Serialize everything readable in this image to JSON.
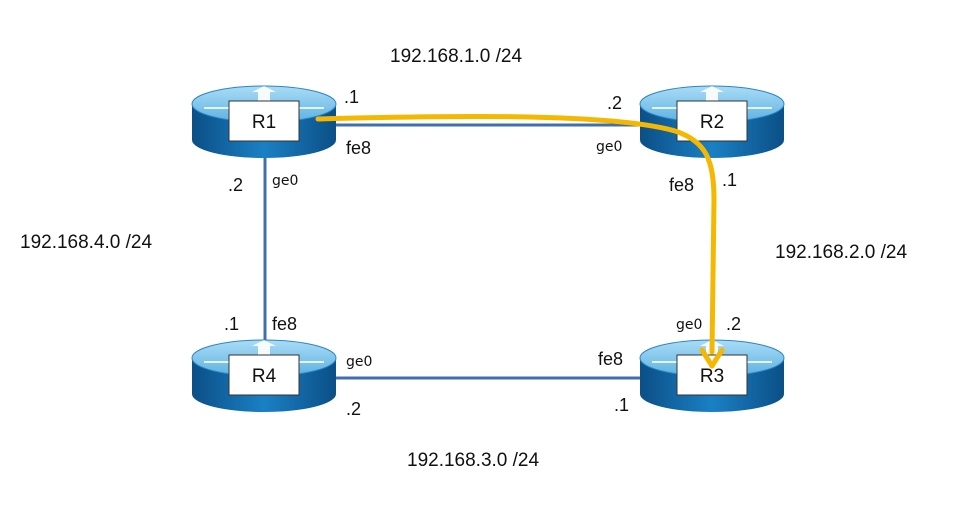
{
  "routers": [
    {
      "id": "r1",
      "name": "R1"
    },
    {
      "id": "r2",
      "name": "R2"
    },
    {
      "id": "r3",
      "name": "R3"
    },
    {
      "id": "r4",
      "name": "R4"
    }
  ],
  "networks": {
    "r1_r2": "192.168.1.0 /24",
    "r2_r3": "192.168.2.0 /24",
    "r3_r4": "192.168.3.0 /24",
    "r4_r1": "192.168.4.0 /24"
  },
  "interfaces": {
    "r1_fe8": "fe8",
    "r1_fe8_addr": ".1",
    "r1_ge0": "ge0",
    "r1_ge0_addr": ".2",
    "r2_ge0": "ge0",
    "r2_ge0_addr": ".2",
    "r2_fe8": "fe8",
    "r2_fe8_addr": ".1",
    "r3_ge0": "ge0",
    "r3_ge0_addr": ".2",
    "r3_fe8": "fe8",
    "r3_fe8_addr": ".1",
    "r4_fe8": "fe8",
    "r4_fe8_addr": ".1",
    "r4_ge0": "ge0",
    "r4_ge0_addr": ".2"
  },
  "colors": {
    "link": "#3f6fb0",
    "path_arrow": "#f5b800",
    "router_top": "#7cc4ea",
    "router_body": "#1a74b5"
  }
}
